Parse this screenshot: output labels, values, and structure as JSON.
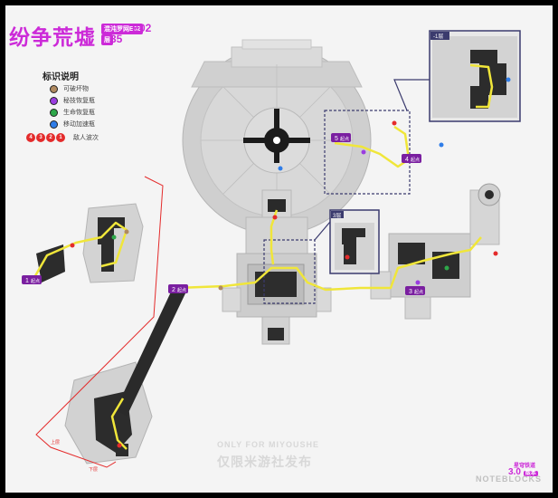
{
  "title": "纷争荒墟",
  "subtitle": {
    "tag1": "混沌罗网E02",
    "tag2": "第35",
    "tag2_badge": "层",
    "tag2_number": "35",
    "e_code": "E02"
  },
  "legend": {
    "title": "标识说明",
    "items": [
      {
        "label": "可破坏物",
        "color": "#b08a60",
        "icon": "brown-dot-icon"
      },
      {
        "label": "秘技恢复瓶",
        "color": "#9a3de0",
        "icon": "purple-dot-icon"
      },
      {
        "label": "生命恢复瓶",
        "color": "#2ea84a",
        "icon": "green-dot-icon"
      },
      {
        "label": "移动加速瓶",
        "color": "#2f7de8",
        "icon": "blue-dot-icon"
      }
    ],
    "enemy_numbers": [
      "4",
      "3",
      "2",
      "1"
    ],
    "enemy_label": "敌人波次"
  },
  "map_labels": {
    "upper_floor": "-1层",
    "floor3": "3层",
    "start_1": "1",
    "start_1_text": "起点",
    "start_2": "2",
    "start_2_text": "起点",
    "start_3": "3",
    "start_3_text": "起点",
    "start_4": "4",
    "start_4_text": "起点",
    "start_5": "5",
    "start_5_text": "起点",
    "zone_a": "上层",
    "zone_b": "下层"
  },
  "watermark": {
    "line1": "ONLY FOR MIYOUSHE",
    "line2": "仅限米游社发布"
  },
  "brand": {
    "line1": "星穹铁道",
    "version": "3.0",
    "version_badge": "版本",
    "name": "NOTEBLOCKS"
  },
  "colors": {
    "accent": "#cc2ad8",
    "path_yellow": "#f0e63a",
    "enemy_red": "#e42b2b",
    "boundary_red": "#e42b2b",
    "inset_navy": "#3b3b6e"
  }
}
